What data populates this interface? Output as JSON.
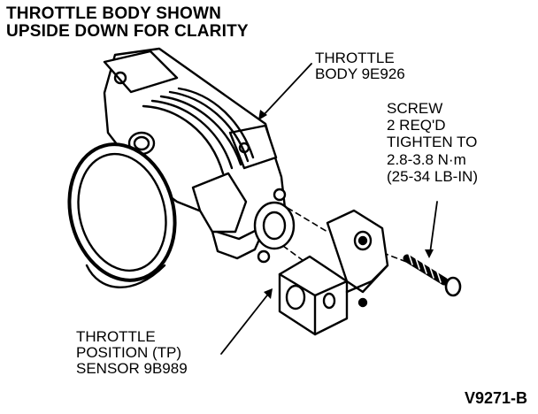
{
  "title": {
    "line1": "THROTTLE BODY SHOWN",
    "line2": "UPSIDE DOWN FOR CLARITY"
  },
  "callouts": {
    "throttle_body": {
      "line1": "THROTTLE",
      "line2": "BODY 9E926"
    },
    "screw": {
      "line1": "SCREW",
      "line2": "2 REQ'D",
      "line3": "TIGHTEN TO",
      "line4": "2.8-3.8 N·m",
      "line5": "(25-34 LB-IN)"
    },
    "tp_sensor": {
      "line1": "THROTTLE",
      "line2": "POSITION (TP)",
      "line3": "SENSOR 9B989"
    }
  },
  "figure_id": "V9271-B"
}
